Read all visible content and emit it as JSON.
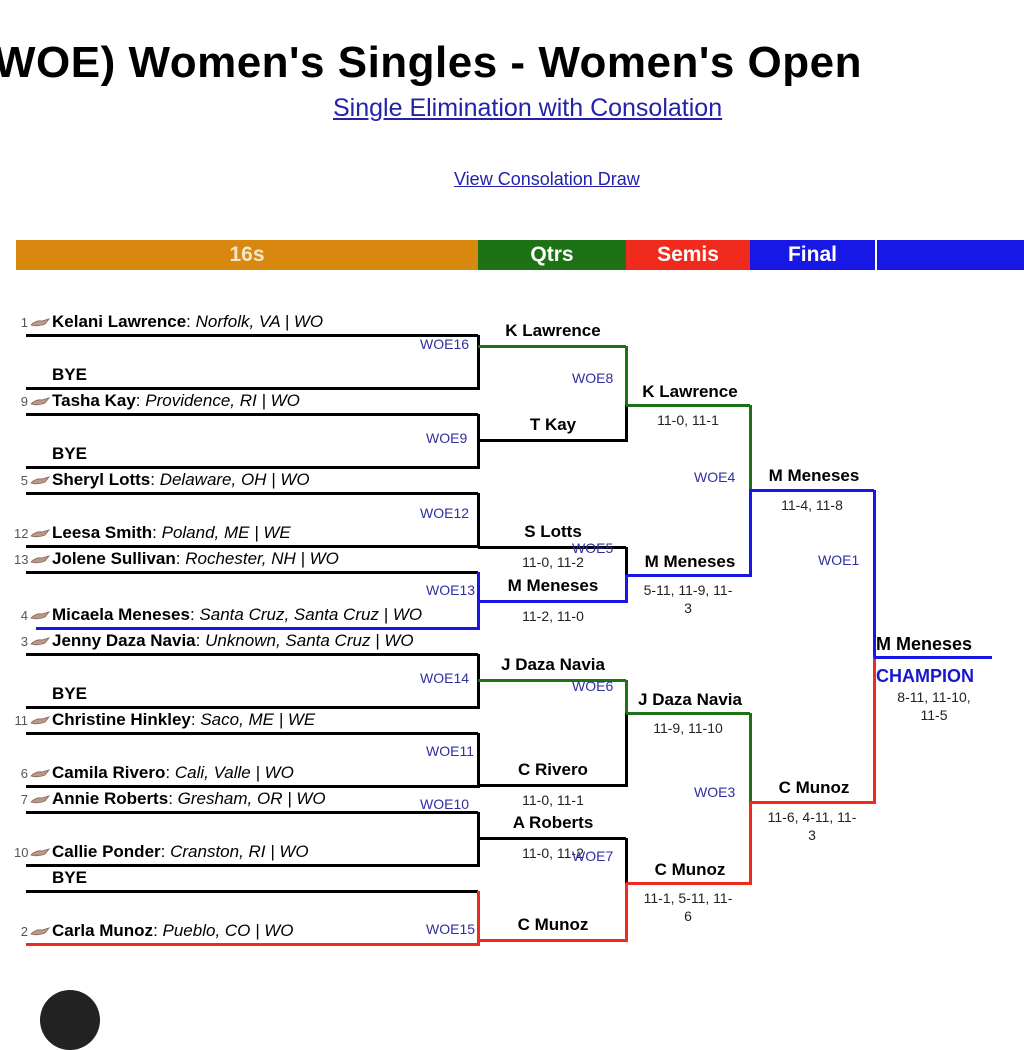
{
  "title": "WOE) Women's Singles - Women's Open",
  "subtitle": "Single Elimination with Consolation",
  "consolation_link": "View Consolation Draw",
  "rounds": [
    "16s",
    "Qtrs",
    "Semis",
    "Final"
  ],
  "colors": {
    "r16": "#d9880f",
    "qtrs": "#1c7214",
    "semis": "#f02b1e",
    "final": "#1818e6"
  },
  "entries": [
    {
      "seed": "1",
      "name": "Kelani Lawrence",
      "loc": "Norfolk, VA | WO"
    },
    {
      "seed": "",
      "name": "BYE",
      "loc": ""
    },
    {
      "seed": "9",
      "name": "Tasha Kay",
      "loc": "Providence, RI | WO"
    },
    {
      "seed": "",
      "name": "BYE",
      "loc": ""
    },
    {
      "seed": "5",
      "name": "Sheryl Lotts",
      "loc": "Delaware, OH | WO"
    },
    {
      "seed": "12",
      "name": "Leesa Smith",
      "loc": "Poland, ME | WE"
    },
    {
      "seed": "13",
      "name": "Jolene Sullivan",
      "loc": "Rochester, NH | WO"
    },
    {
      "seed": "4",
      "name": "Micaela Meneses",
      "loc": "Santa Cruz, Santa Cruz | WO"
    },
    {
      "seed": "3",
      "name": "Jenny Daza Navia",
      "loc": "Unknown, Santa Cruz | WO"
    },
    {
      "seed": "",
      "name": "BYE",
      "loc": ""
    },
    {
      "seed": "11",
      "name": "Christine Hinkley",
      "loc": "Saco, ME | WE"
    },
    {
      "seed": "6",
      "name": "Camila Rivero",
      "loc": "Cali, Valle | WO"
    },
    {
      "seed": "7",
      "name": "Annie Roberts",
      "loc": "Gresham, OR | WO"
    },
    {
      "seed": "10",
      "name": "Callie Ponder",
      "loc": "Cranston, RI | WO"
    },
    {
      "seed": "",
      "name": "BYE",
      "loc": ""
    },
    {
      "seed": "2",
      "name": "Carla Munoz",
      "loc": "Pueblo, CO | WO"
    }
  ],
  "r16_matches": [
    {
      "id": "WOE16",
      "winner": "K Lawrence",
      "score": ""
    },
    {
      "id": "WOE9",
      "winner": "T Kay",
      "score": ""
    },
    {
      "id": "WOE12",
      "winner": "S Lotts",
      "score": "11-0, 11-2"
    },
    {
      "id": "WOE13",
      "winner": "M Meneses",
      "score": "11-2, 11-0"
    },
    {
      "id": "WOE14",
      "winner": "J Daza Navia",
      "score": ""
    },
    {
      "id": "WOE11",
      "winner": "C Rivero",
      "score": "11-0, 11-1"
    },
    {
      "id": "WOE10",
      "winner": "A Roberts",
      "score": "11-0, 11-2"
    },
    {
      "id": "WOE15",
      "winner": "C Munoz",
      "score": ""
    }
  ],
  "qtr_matches": [
    {
      "id": "WOE8",
      "winner": "K Lawrence",
      "score": "11-0, 11-1"
    },
    {
      "id": "WOE5",
      "winner": "M Meneses",
      "score": "5-11, 11-9, 11-\n3"
    },
    {
      "id": "WOE6",
      "winner": "J Daza Navia",
      "score": "11-9, 11-10"
    },
    {
      "id": "WOE7",
      "winner": "C Munoz",
      "score": "11-1, 5-11, 11-\n6"
    }
  ],
  "semi_matches": [
    {
      "id": "WOE4",
      "winner": "M Meneses",
      "score": "11-4, 11-8"
    },
    {
      "id": "WOE3",
      "winner": "C Munoz",
      "score": "11-6, 4-11, 11-\n3"
    }
  ],
  "final": {
    "id": "WOE1",
    "winner": "M Meneses",
    "label": "CHAMPION",
    "score": "8-11, 11-10,\n11-5"
  }
}
